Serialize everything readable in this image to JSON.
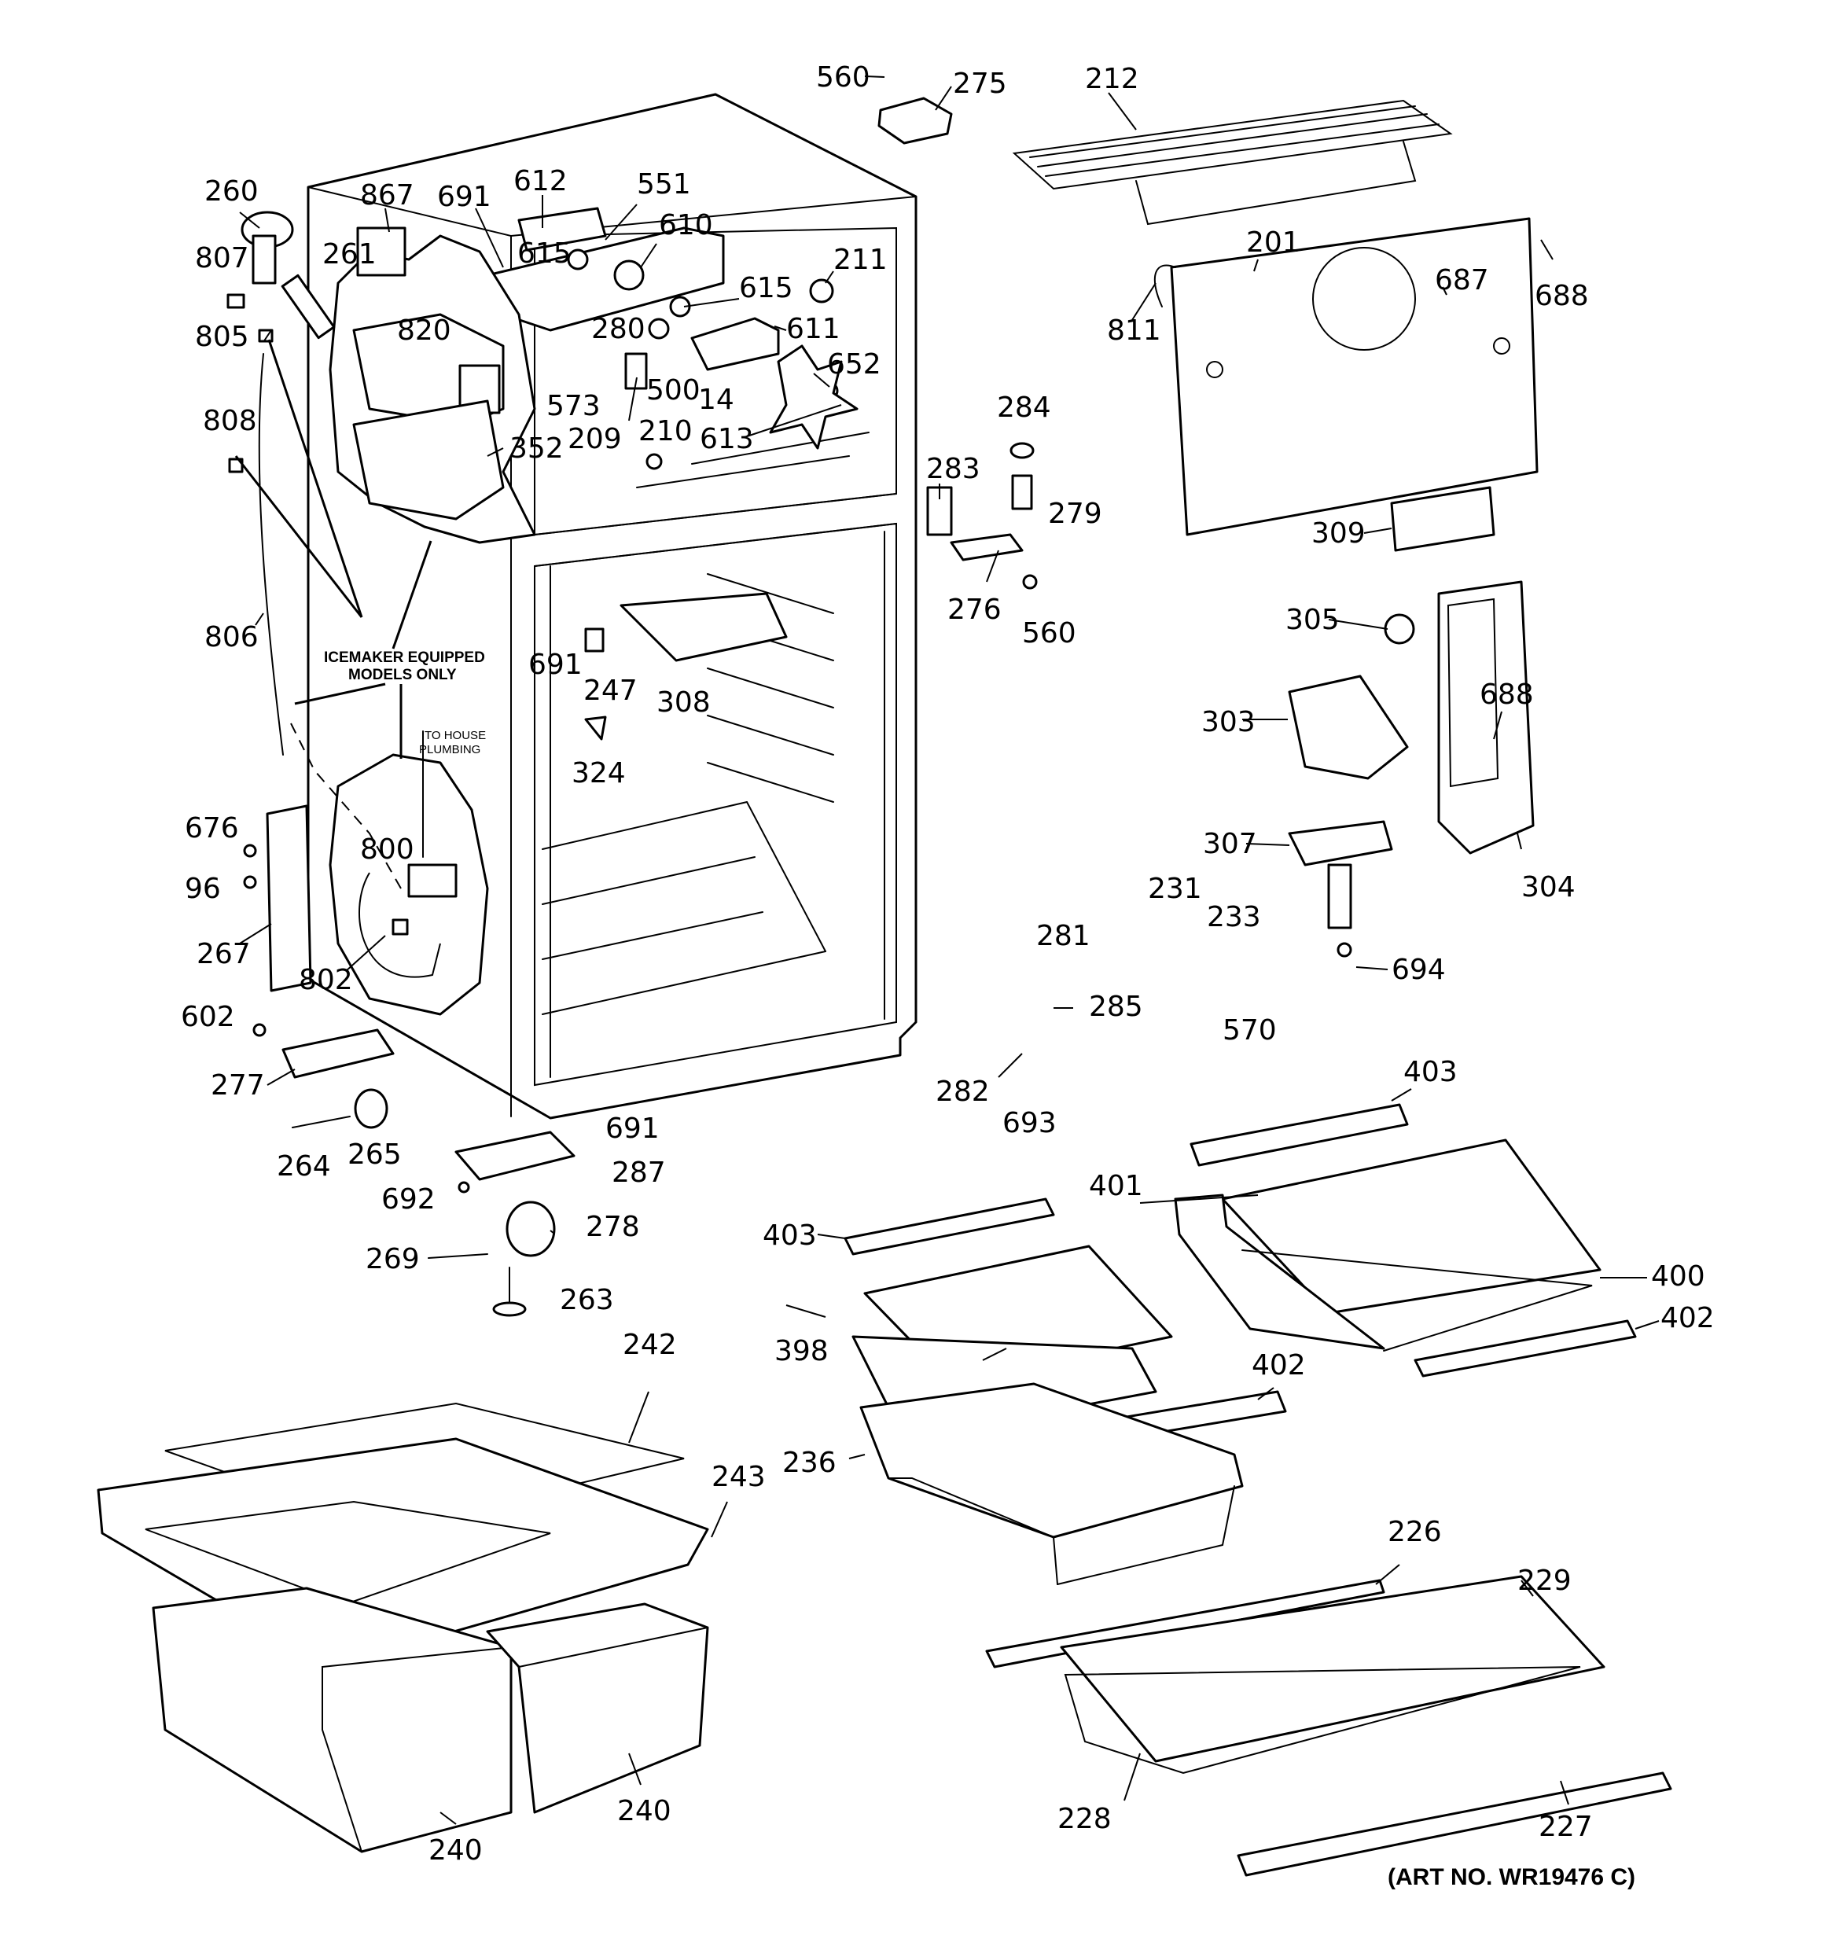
{
  "colors": {
    "line": "#000000",
    "background": "#ffffff"
  },
  "labels": [
    {
      "id": "560a",
      "text": "560"
    },
    {
      "id": "275",
      "text": "275"
    },
    {
      "id": "212",
      "text": "212"
    },
    {
      "id": "260",
      "text": "260"
    },
    {
      "id": "867",
      "text": "867"
    },
    {
      "id": "691a",
      "text": "691"
    },
    {
      "id": "612",
      "text": "612"
    },
    {
      "id": "551",
      "text": "551"
    },
    {
      "id": "610",
      "text": "610"
    },
    {
      "id": "615a",
      "text": "615"
    },
    {
      "id": "807",
      "text": "807"
    },
    {
      "id": "261",
      "text": "261"
    },
    {
      "id": "211",
      "text": "211"
    },
    {
      "id": "201",
      "text": "201"
    },
    {
      "id": "688a",
      "text": "688"
    },
    {
      "id": "687",
      "text": "687"
    },
    {
      "id": "615b",
      "text": "615"
    },
    {
      "id": "820",
      "text": "820"
    },
    {
      "id": "805",
      "text": "805"
    },
    {
      "id": "280",
      "text": "280"
    },
    {
      "id": "611",
      "text": "611"
    },
    {
      "id": "811",
      "text": "811"
    },
    {
      "id": "652",
      "text": "652"
    },
    {
      "id": "573",
      "text": "573"
    },
    {
      "id": "500",
      "text": "500"
    },
    {
      "id": "14",
      "text": "14"
    },
    {
      "id": "808",
      "text": "808"
    },
    {
      "id": "284",
      "text": "284"
    },
    {
      "id": "209",
      "text": "209"
    },
    {
      "id": "210",
      "text": "210"
    },
    {
      "id": "613",
      "text": "613"
    },
    {
      "id": "352",
      "text": "352"
    },
    {
      "id": "283",
      "text": "283"
    },
    {
      "id": "279",
      "text": "279"
    },
    {
      "id": "309",
      "text": "309"
    },
    {
      "id": "276",
      "text": "276"
    },
    {
      "id": "305",
      "text": "305"
    },
    {
      "id": "806",
      "text": "806"
    },
    {
      "id": "560b",
      "text": "560"
    },
    {
      "id": "691b",
      "text": "691"
    },
    {
      "id": "247",
      "text": "247"
    },
    {
      "id": "308",
      "text": "308"
    },
    {
      "id": "688b",
      "text": "688"
    },
    {
      "id": "303",
      "text": "303"
    },
    {
      "id": "324",
      "text": "324"
    },
    {
      "id": "676",
      "text": "676"
    },
    {
      "id": "800",
      "text": "800"
    },
    {
      "id": "307",
      "text": "307"
    },
    {
      "id": "304",
      "text": "304"
    },
    {
      "id": "96",
      "text": "96"
    },
    {
      "id": "231",
      "text": "231"
    },
    {
      "id": "233",
      "text": "233"
    },
    {
      "id": "281",
      "text": "281"
    },
    {
      "id": "267",
      "text": "267"
    },
    {
      "id": "802",
      "text": "802"
    },
    {
      "id": "694",
      "text": "694"
    },
    {
      "id": "285",
      "text": "285"
    },
    {
      "id": "602",
      "text": "602"
    },
    {
      "id": "570",
      "text": "570"
    },
    {
      "id": "277",
      "text": "277"
    },
    {
      "id": "282",
      "text": "282"
    },
    {
      "id": "403a",
      "text": "403"
    },
    {
      "id": "693",
      "text": "693"
    },
    {
      "id": "691c",
      "text": "691"
    },
    {
      "id": "264",
      "text": "264"
    },
    {
      "id": "265",
      "text": "265"
    },
    {
      "id": "287",
      "text": "287"
    },
    {
      "id": "401",
      "text": "401"
    },
    {
      "id": "692",
      "text": "692"
    },
    {
      "id": "278",
      "text": "278"
    },
    {
      "id": "403b",
      "text": "403"
    },
    {
      "id": "269",
      "text": "269"
    },
    {
      "id": "400",
      "text": "400"
    },
    {
      "id": "263",
      "text": "263"
    },
    {
      "id": "402a",
      "text": "402"
    },
    {
      "id": "398",
      "text": "398"
    },
    {
      "id": "242",
      "text": "242"
    },
    {
      "id": "402b",
      "text": "402"
    },
    {
      "id": "243",
      "text": "243"
    },
    {
      "id": "236",
      "text": "236"
    },
    {
      "id": "226",
      "text": "226"
    },
    {
      "id": "229",
      "text": "229"
    },
    {
      "id": "228",
      "text": "228"
    },
    {
      "id": "227",
      "text": "227"
    },
    {
      "id": "240a",
      "text": "240"
    },
    {
      "id": "240b",
      "text": "240"
    }
  ],
  "notes": {
    "icemaker_line1": "ICEMAKER EQUIPPED",
    "icemaker_line2": "MODELS ONLY",
    "plumbing_line1": "TO HOUSE",
    "plumbing_line2": "PLUMBING"
  },
  "art_number": "(ART NO. WR19476 C)"
}
